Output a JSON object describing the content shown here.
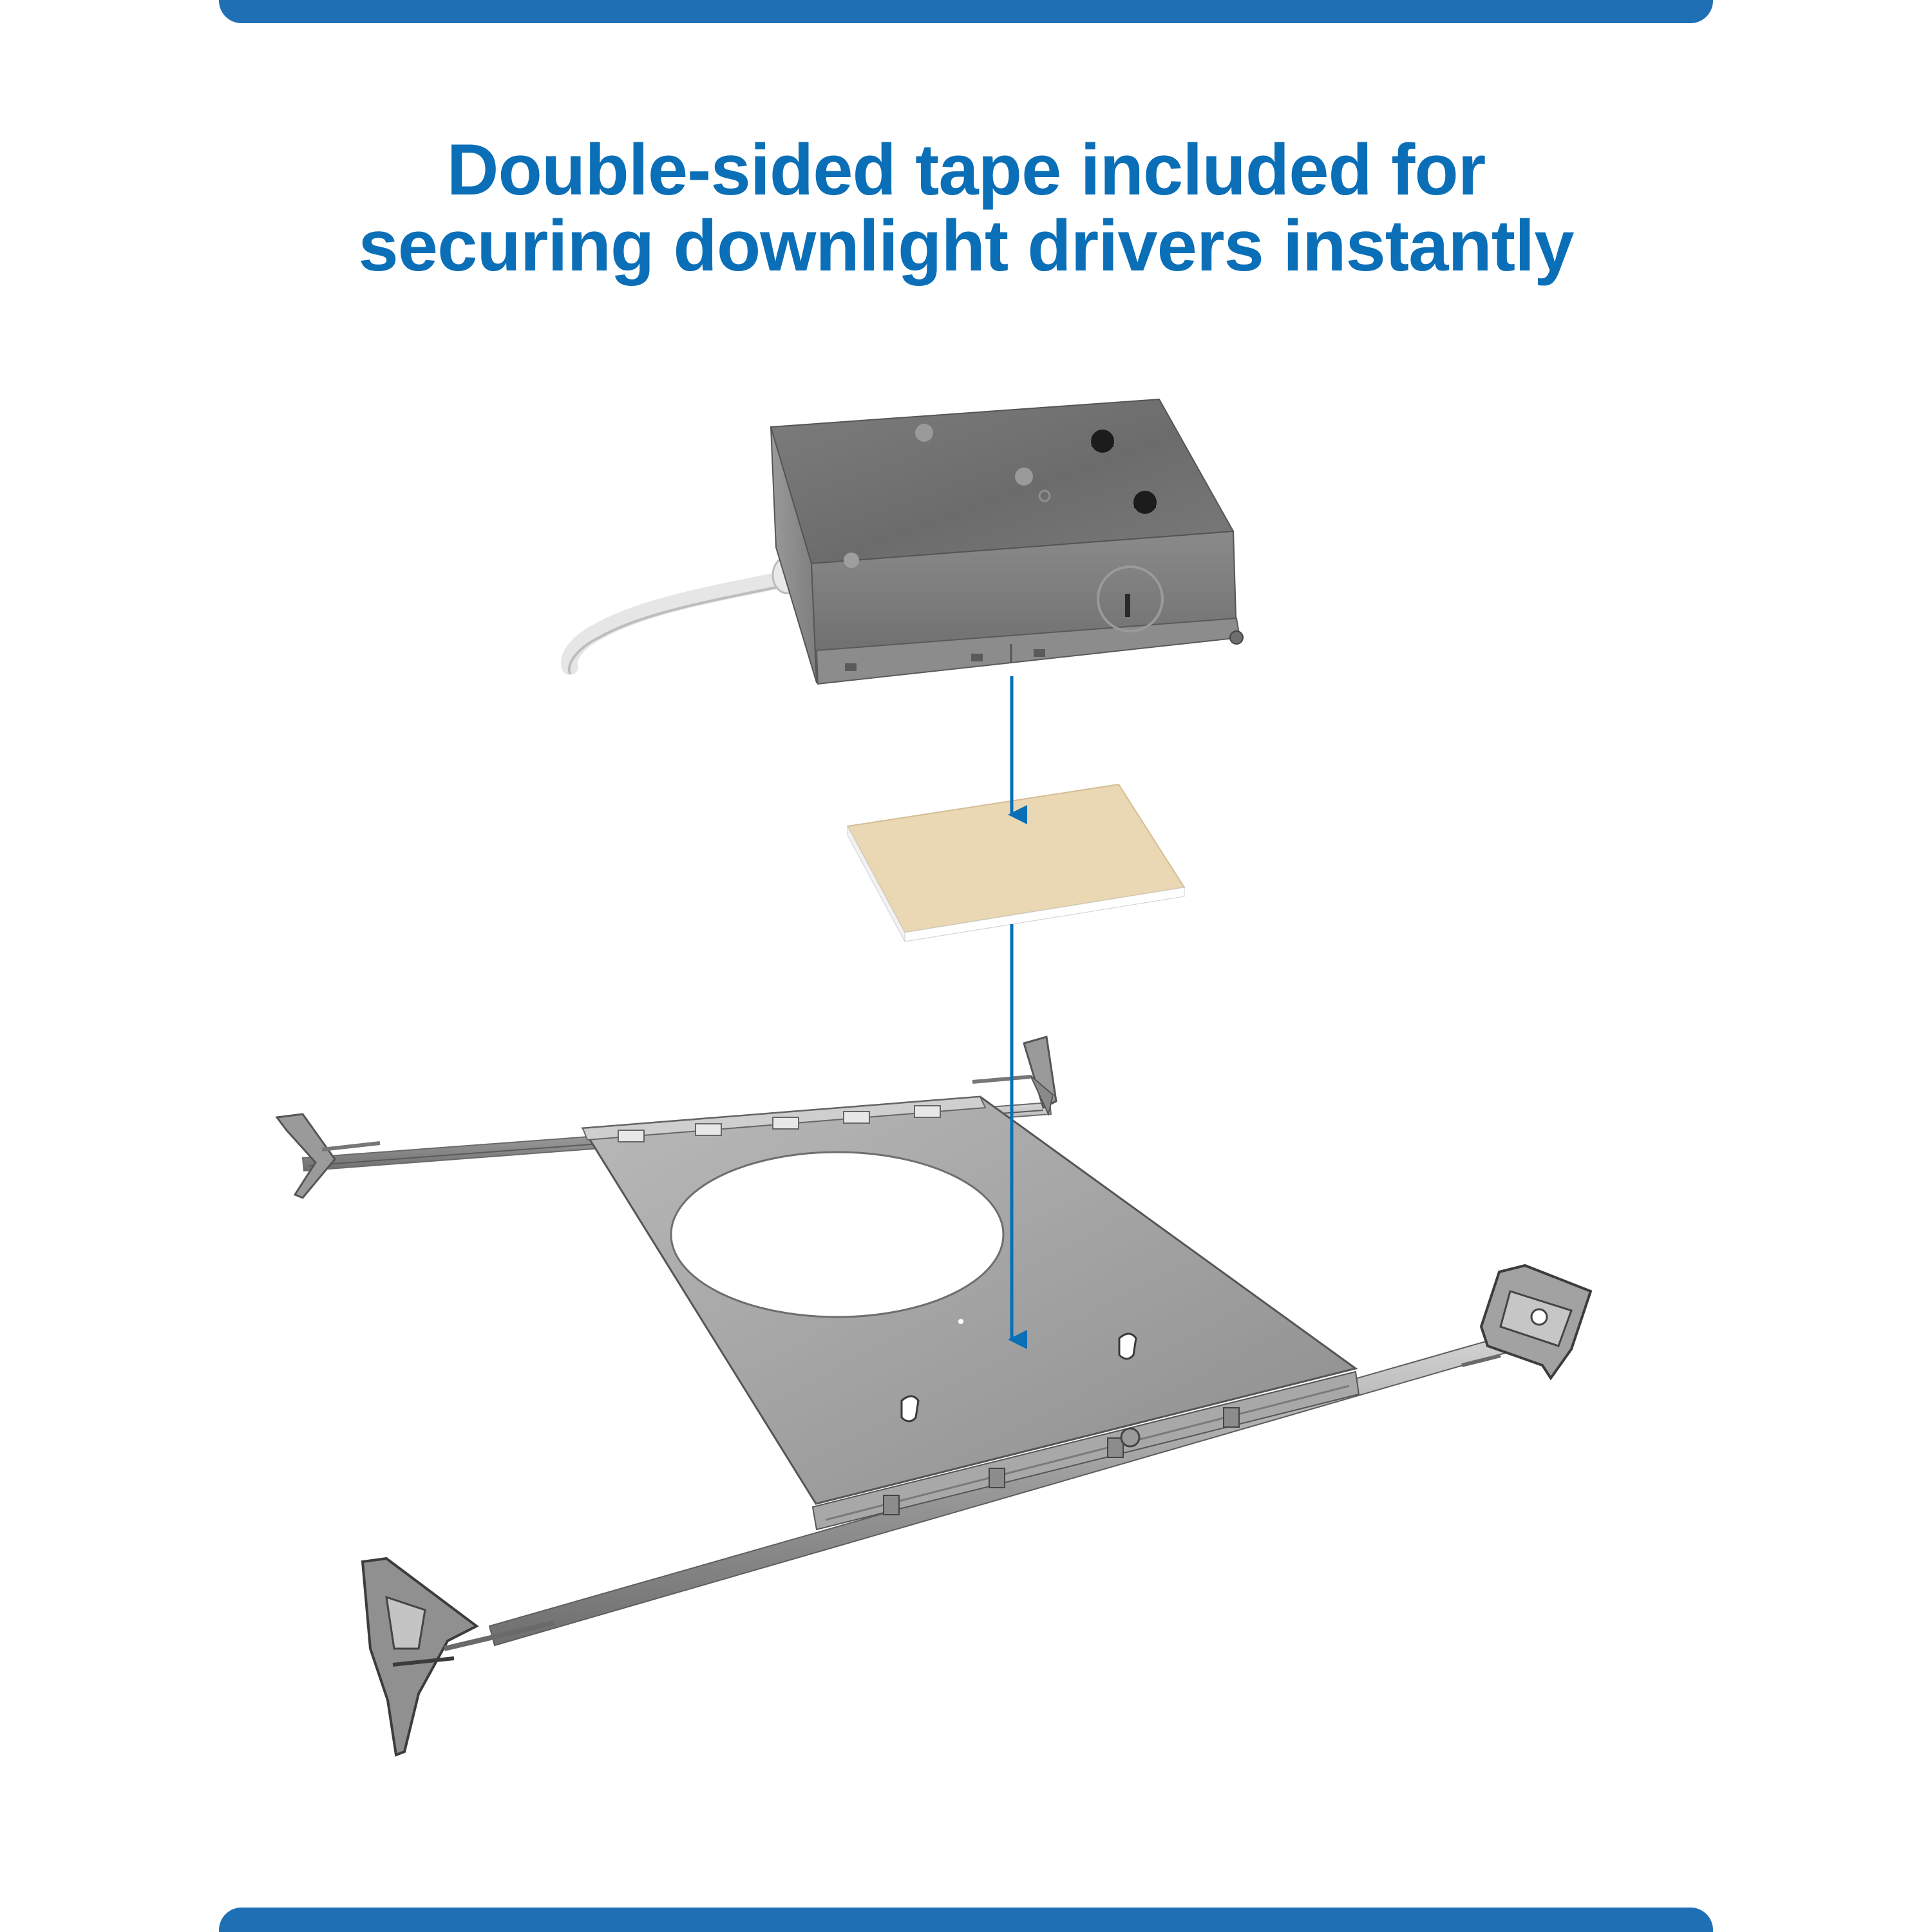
{
  "header": {
    "line1": "Double-sided tape included for",
    "line2": "securing downlight drivers instantly"
  },
  "colors": {
    "brand_blue": "#0b6fb7",
    "bar_blue": "#1f6fb4",
    "tape": "#ead8b4"
  },
  "illustration": {
    "items": [
      "driver-box",
      "double-sided-tape",
      "mounting-plate-with-bar-hangers"
    ]
  }
}
